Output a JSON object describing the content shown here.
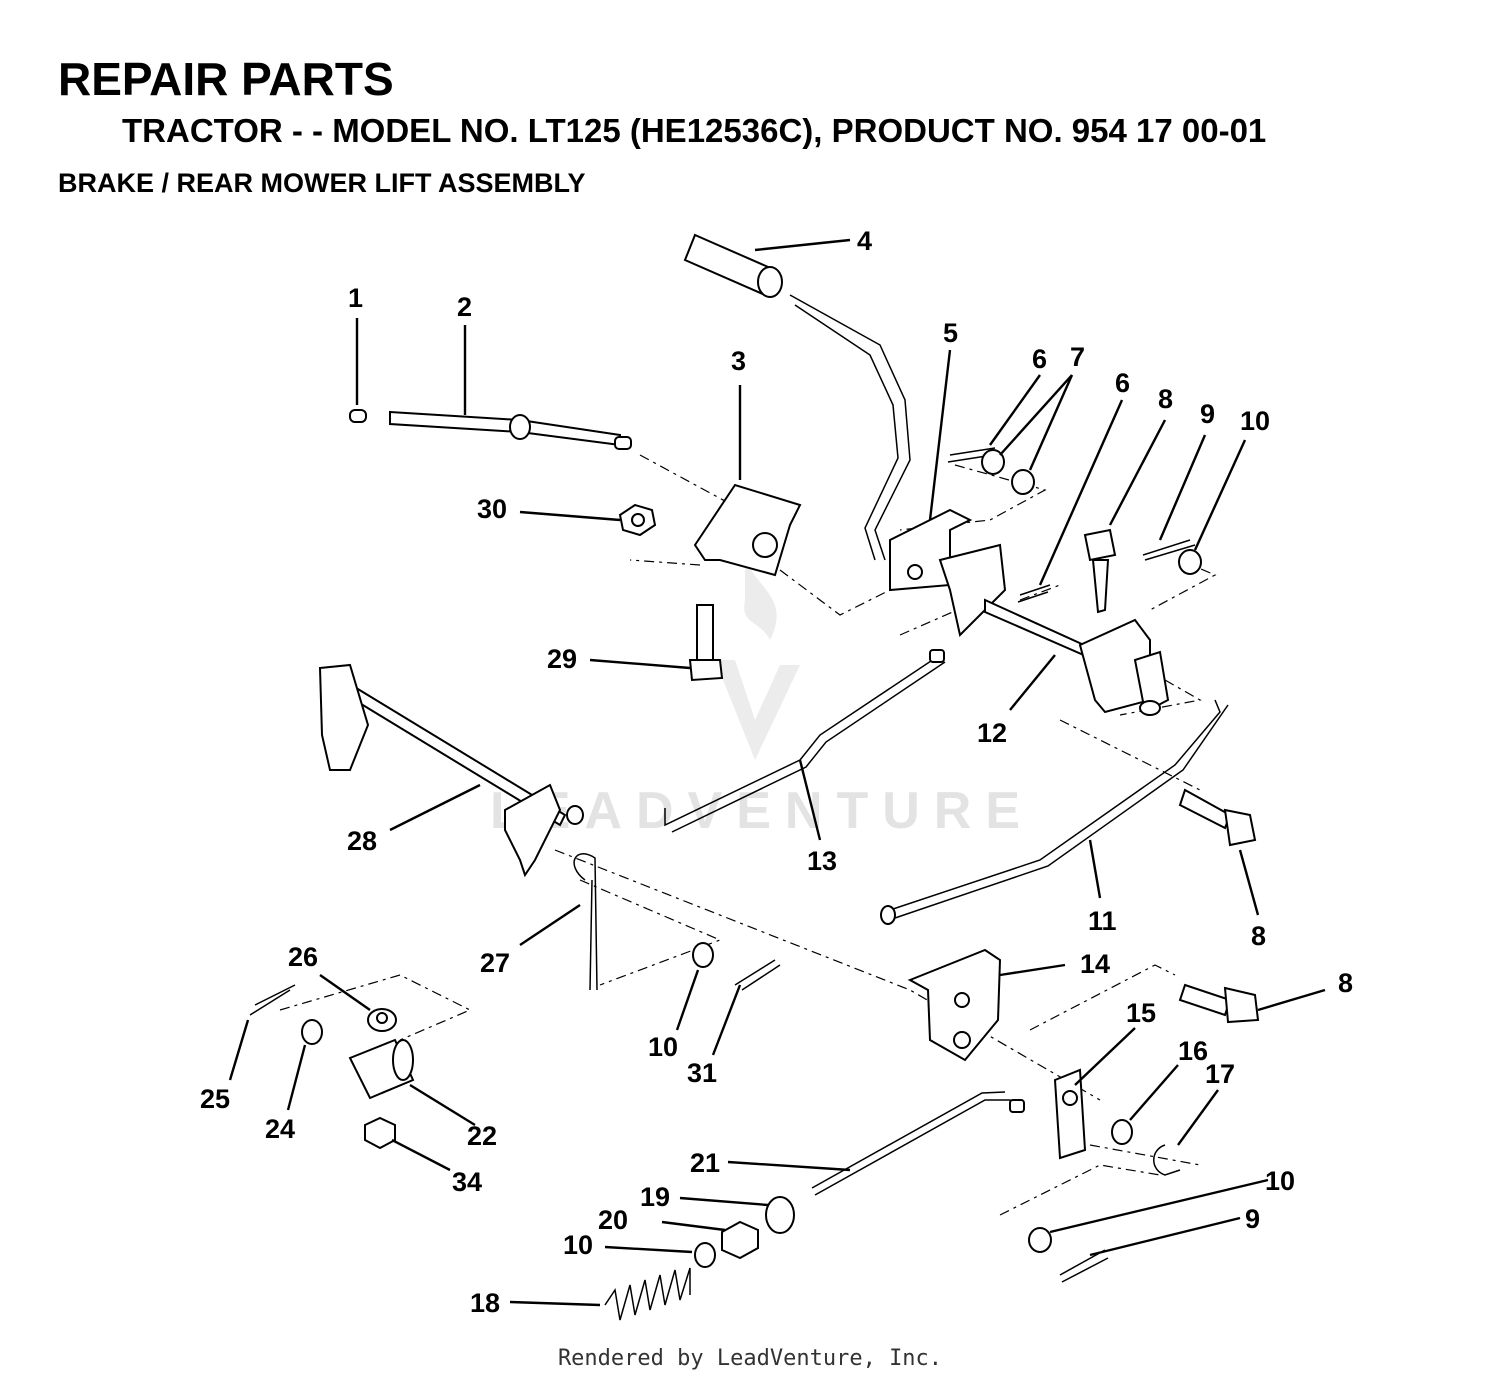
{
  "header": {
    "title": "REPAIR PARTS",
    "subtitle": "TRACTOR - - MODEL NO. LT125 (HE12536C),  PRODUCT NO. 954 17 00-01",
    "section": "BRAKE / REAR MOWER LIFT ASSEMBLY"
  },
  "watermark": "LEADVENTURE",
  "footer": "Rendered by LeadVenture, Inc.",
  "callouts": [
    {
      "label": "1"
    },
    {
      "label": "2"
    },
    {
      "label": "3"
    },
    {
      "label": "4"
    },
    {
      "label": "5"
    },
    {
      "label": "6"
    },
    {
      "label": "7"
    },
    {
      "label": "6"
    },
    {
      "label": "8"
    },
    {
      "label": "9"
    },
    {
      "label": "10"
    },
    {
      "label": "30"
    },
    {
      "label": "29"
    },
    {
      "label": "12"
    },
    {
      "label": "13"
    },
    {
      "label": "28"
    },
    {
      "label": "8"
    },
    {
      "label": "11"
    },
    {
      "label": "27"
    },
    {
      "label": "26"
    },
    {
      "label": "14"
    },
    {
      "label": "8"
    },
    {
      "label": "10"
    },
    {
      "label": "31"
    },
    {
      "label": "25"
    },
    {
      "label": "24"
    },
    {
      "label": "22"
    },
    {
      "label": "15"
    },
    {
      "label": "16"
    },
    {
      "label": "17"
    },
    {
      "label": "34"
    },
    {
      "label": "21"
    },
    {
      "label": "10"
    },
    {
      "label": "19"
    },
    {
      "label": "20"
    },
    {
      "label": "10"
    },
    {
      "label": "9"
    },
    {
      "label": "18"
    }
  ]
}
